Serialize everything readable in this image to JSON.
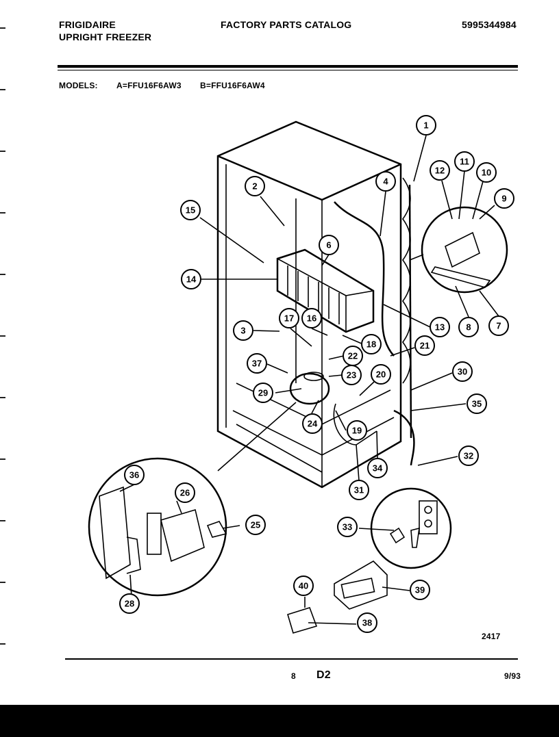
{
  "header": {
    "brand": "FRIGIDAIRE",
    "product": "UPRIGHT FREEZER",
    "catalog_title": "FACTORY PARTS CATALOG",
    "catalog_number": "5995344984"
  },
  "models": {
    "label": "MODELS:",
    "a": "A=FFU16F6AW3",
    "b": "B=FFU16F6AW4"
  },
  "callouts": [
    "1",
    "2",
    "3",
    "4",
    "6",
    "7",
    "8",
    "9",
    "10",
    "11",
    "12",
    "13",
    "14",
    "15",
    "16",
    "17",
    "18",
    "19",
    "20",
    "21",
    "22",
    "23",
    "24",
    "25",
    "26",
    "28",
    "29",
    "30",
    "31",
    "32",
    "33",
    "34",
    "35",
    "36",
    "37",
    "38",
    "39",
    "40"
  ],
  "footer": {
    "drawing_number": "2417",
    "page_number": "8",
    "section": "D2",
    "date": "9/93"
  }
}
